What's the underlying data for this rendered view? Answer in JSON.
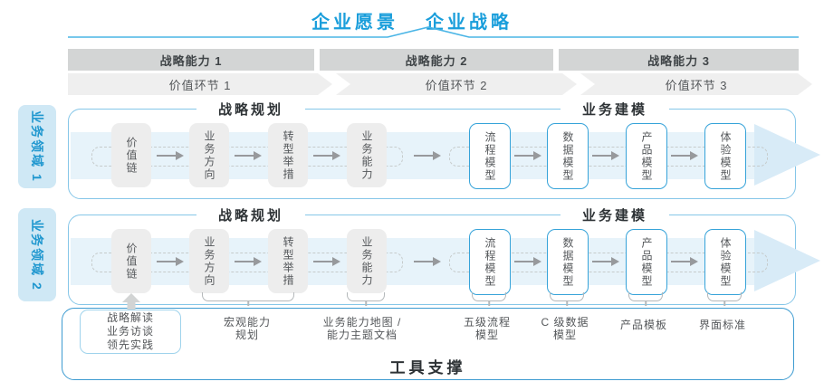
{
  "header": {
    "vision": "企业愿景",
    "strategy": "企业战略"
  },
  "strategy_capabilities": [
    "战略能力 1",
    "战略能力 2",
    "战略能力 3"
  ],
  "value_links": [
    "价值环节 1",
    "价值环节 2",
    "价值环节 3"
  ],
  "domains": [
    "业务领域 1",
    "业务领域 2"
  ],
  "sections": {
    "planning": "战略规划",
    "modeling": "业务建模"
  },
  "flow": {
    "planning_boxes": [
      "价值链",
      "业务方向",
      "转型举措",
      "业务能力"
    ],
    "modeling_boxes": [
      "流程模型",
      "数据模型",
      "产品模型",
      "体验模型"
    ]
  },
  "annotations": {
    "practice_box": [
      "战略解读",
      "业务访谈",
      "领先实践"
    ],
    "macro_capability": [
      "宏观能力",
      "规划"
    ],
    "capability_map": [
      "业务能力地图 /",
      "能力主题文档"
    ],
    "process_model": [
      "五级流程",
      "模型"
    ],
    "data_model": [
      "C 级数据",
      "模型"
    ],
    "product_template": "产品模板",
    "ui_standard": "界面标准"
  },
  "footer": {
    "tool_support": "工具支撑"
  },
  "colors": {
    "accent_blue": "#1a9edb",
    "line_blue": "#4ab5e6",
    "bar_gray": "#d3d5d5",
    "bar_text": "#3f4447",
    "chevron_gray": "#efefef",
    "text_gray": "#54575a",
    "domain_bg": "#cfe8f5",
    "domain_text": "#1f97cf",
    "row_border": "#85c6e8",
    "box_gray": "#ededed",
    "box_blue_border": "#36a3d9",
    "band_blue": "#e7f3fa",
    "arrow_blue": "#d8ebf7",
    "dash_gray": "#c6cbcb",
    "arrow_gray": "#97999c",
    "up_arrow_gray": "#d2d4d4",
    "bracket_gray": "#b4b8ba",
    "tool_border": "#3d9bd1",
    "practice_border": "#9fd3ec",
    "heading_dark": "#2e3336"
  }
}
